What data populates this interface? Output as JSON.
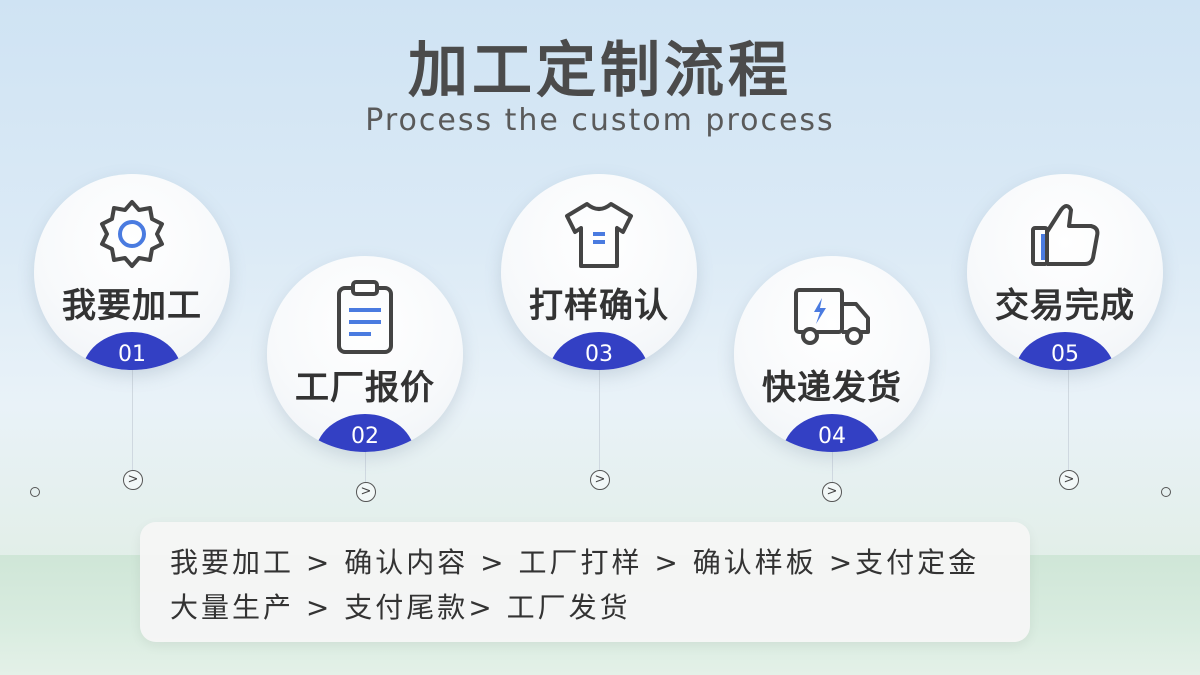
{
  "header": {
    "title": "加工定制流程",
    "subtitle": "Process the custom process"
  },
  "steps": [
    {
      "label": "我要加工",
      "number": "01",
      "icon": "gear-icon"
    },
    {
      "label": "工厂报价",
      "number": "02",
      "icon": "clipboard-icon"
    },
    {
      "label": "打样确认",
      "number": "03",
      "icon": "tshirt-icon"
    },
    {
      "label": "快递发货",
      "number": "04",
      "icon": "delivery-truck-icon"
    },
    {
      "label": "交易完成",
      "number": "05",
      "icon": "thumbs-up-icon"
    }
  ],
  "connector": {
    "arrow_glyph": ">"
  },
  "summary": {
    "line1": "我要加工 > 确认内容 > 工厂打样 > 确认样板 >支付定金",
    "line2": "大量生产 >  支付尾款> 工厂发货"
  },
  "colors": {
    "accent": "#3340c4",
    "icon_stroke": "#444444",
    "icon_highlight": "#4a7be0",
    "title": "#4b4b4b"
  }
}
